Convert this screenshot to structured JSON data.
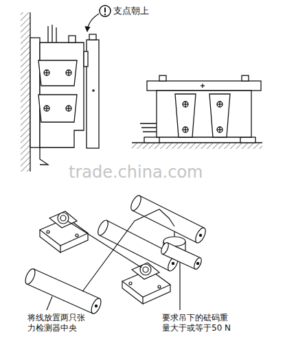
{
  "diagram": {
    "labels": [
      "支点朝上",
      "trade.china.com",
      "将线放置两只张力检测器中央",
      "要求吊下的砝码重量大于或等于50 N"
    ]
  }
}
